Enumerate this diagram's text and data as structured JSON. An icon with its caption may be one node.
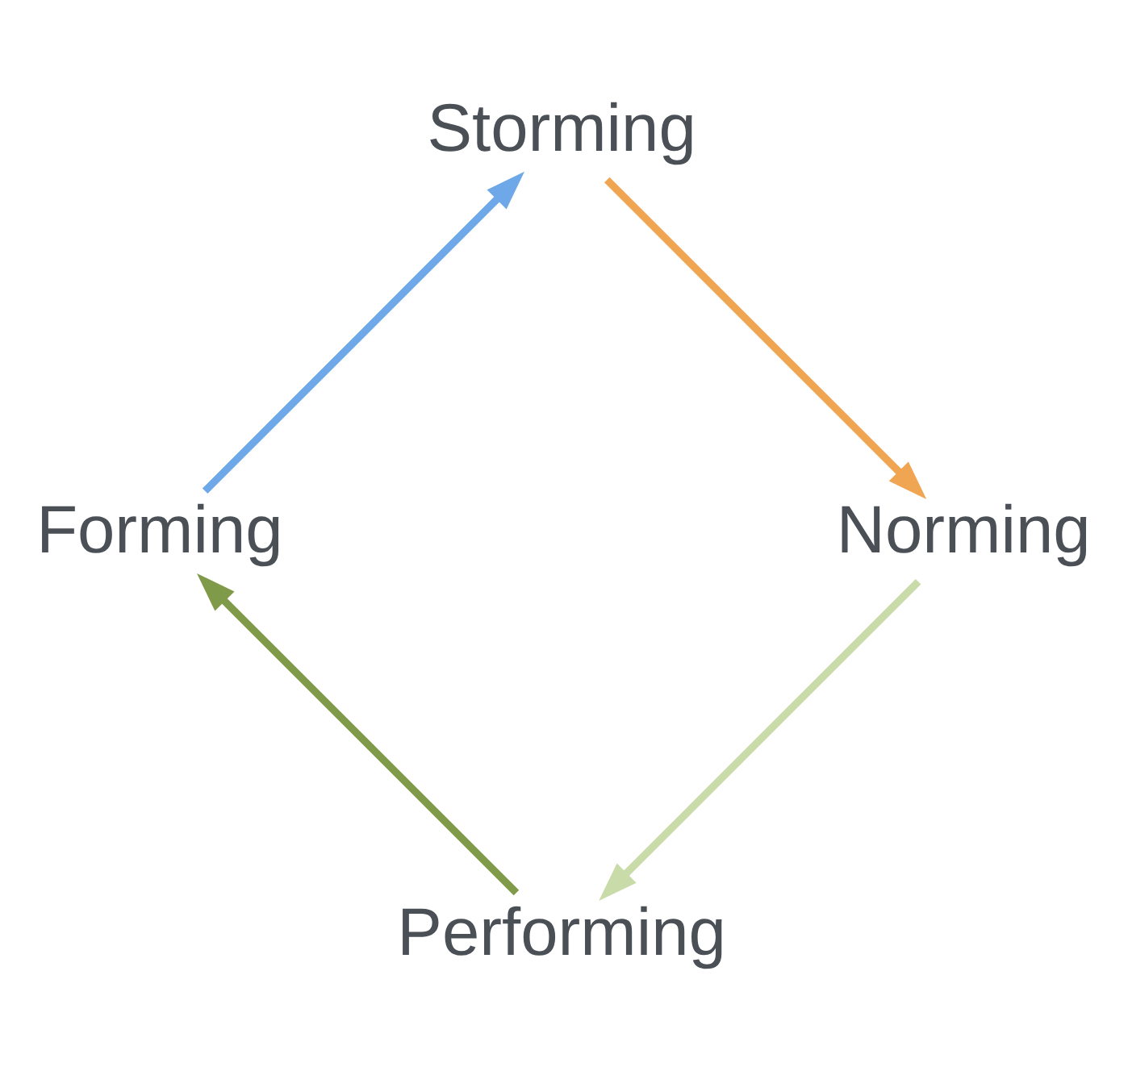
{
  "diagram": {
    "nodes": [
      {
        "text": [
          "Performing"
        ]
      },
      {
        "text": [
          "Forming"
        ]
      },
      {
        "text": [
          "Storming"
        ]
      },
      {
        "text": [
          "Norming"
        ]
      }
    ],
    "edges": [
      {
        "from": 1,
        "to": 2,
        "arrow": "to",
        "color": "#6fa8e8"
      },
      {
        "from": 2,
        "to": 3,
        "arrow": "to",
        "color": "#f0a552"
      },
      {
        "from": 3,
        "to": 0,
        "arrow": "to",
        "color": "#c9dba8"
      },
      {
        "from": 0,
        "to": 1,
        "arrow": "to",
        "color": "#7f9a48"
      }
    ]
  }
}
